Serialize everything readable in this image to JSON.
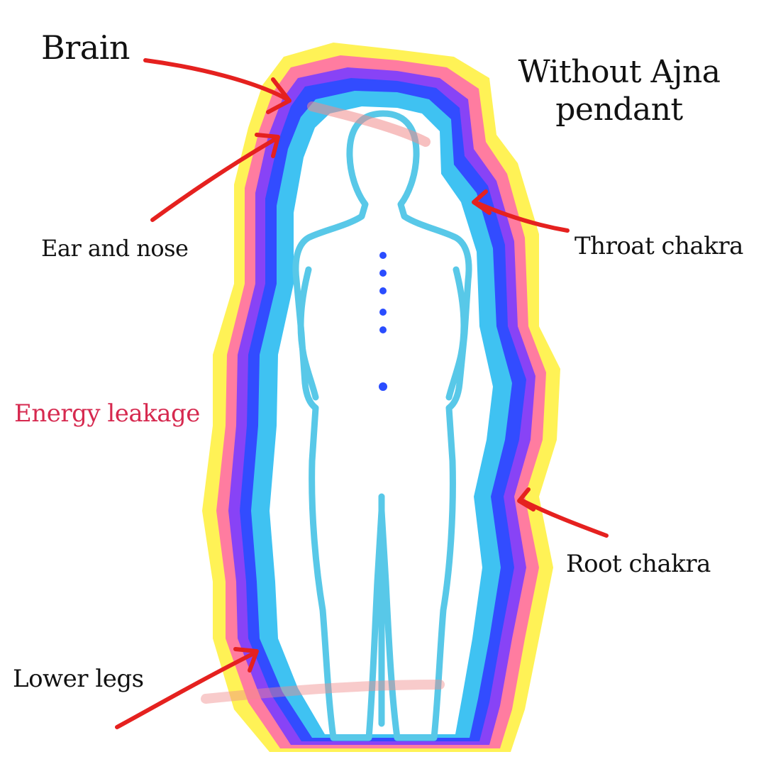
{
  "labels": {
    "brain": "Brain",
    "title_line1": "Without Ajna",
    "title_line2": "pendant",
    "ear_and_nose": "Ear and nose",
    "throat_chakra": "Throat chakra",
    "energy_leakage": "Energy leakage",
    "root_chakra": "Root chakra",
    "lower_legs": "Lower legs"
  },
  "colors": {
    "background": "#ffffff",
    "aura_yellow": "#fff14d",
    "aura_pink": "#ff6fa8",
    "aura_purple": "#7b3dff",
    "aura_blue": "#2a4dff",
    "aura_cyan": "#42d7f0",
    "body_outline": "#58c8e8",
    "arrow": "#e5211f",
    "energy_label": "#d6294f",
    "text": "#111111"
  }
}
